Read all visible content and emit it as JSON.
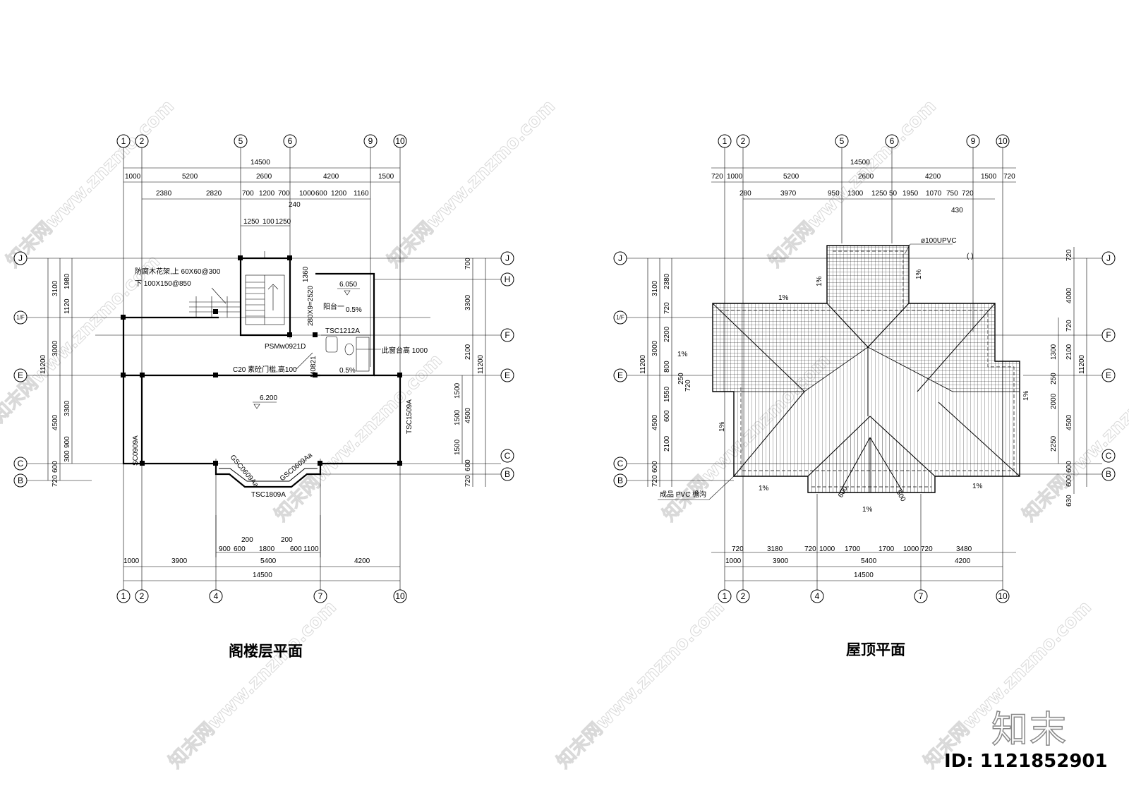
{
  "plans": {
    "left_title": "阁楼层平面",
    "right_title": "屋顶平面"
  },
  "left_plan": {
    "axes_top": [
      "1",
      "2",
      "5",
      "6",
      "9",
      "10"
    ],
    "axes_bottom": [
      "1",
      "2",
      "4",
      "7",
      "10"
    ],
    "axes_left": [
      "J",
      "1/F",
      "E",
      "C",
      "B"
    ],
    "axes_right": [
      "J",
      "H",
      "F",
      "E",
      "C",
      "B"
    ],
    "dims_top_total": "14500",
    "dims_top_row1": [
      "1000",
      "5200",
      "2600",
      "4200",
      "1500"
    ],
    "dims_top_row2": [
      "2380",
      "2820",
      "700",
      "1200",
      "700",
      "1000",
      "600",
      "1200",
      "1160"
    ],
    "dim_240": "240",
    "dims_stair": [
      "1250",
      "100",
      "1250"
    ],
    "dims_bottom_total": "14500",
    "dims_bottom_row1": [
      "1000",
      "3900",
      "5400",
      "4200"
    ],
    "dims_bottom_row2": [
      "900",
      "600",
      "1800",
      "600",
      "1100"
    ],
    "dims_bottom_200a": "200",
    "dims_bottom_200b": "200",
    "dims_left_total": "11200",
    "dims_left_row1": [
      "3100",
      "3000",
      "4500",
      "720",
      "600"
    ],
    "dims_left_row2": [
      "1980",
      "1120",
      "3300",
      "900",
      "300"
    ],
    "dims_right_total": "11200",
    "dims_right_row1": [
      "700",
      "3300",
      "2100",
      "4500",
      "720",
      "600"
    ],
    "dims_right_row2": [
      "1500",
      "1500",
      "1500"
    ],
    "dim_1360": "1360",
    "annotations": {
      "pergola_1": "防腐木花架,上 60X60@300",
      "pergola_2": "下 100X150@850",
      "level_balcony": "6.050",
      "balcony": "阳台一",
      "slope_1": "0.5%",
      "slope_2": "0.5%",
      "stair_steps": "280X9=2520",
      "window_tsc1212": "TSC1212A",
      "door_psm": "PSMw0921D",
      "sill": "此窗台高 1000",
      "c20_threshold": "C20 素砼门槛,高100",
      "door_m0821": "M0821",
      "level_main": "6.200",
      "win_sc0909": "SC0909A",
      "win_tsc1509": "TSC1509A",
      "win_gsc0609_l": "GSC0609Aa",
      "win_gsc0609_r": "GSC0609Aa",
      "win_tsc1809": "TSC1809A"
    }
  },
  "right_plan": {
    "axes_top": [
      "1",
      "2",
      "5",
      "6",
      "9",
      "10"
    ],
    "axes_bottom": [
      "1",
      "2",
      "4",
      "7",
      "10"
    ],
    "axes_left": [
      "J",
      "1/F",
      "E",
      "C",
      "B"
    ],
    "axes_right": [
      "J",
      "F",
      "E",
      "C",
      "B"
    ],
    "dims_top_total": "14500",
    "dims_top_row1": [
      "720",
      "1000",
      "5200",
      "2600",
      "4200",
      "1500",
      "720"
    ],
    "dims_top_row2": [
      "280",
      "3970",
      "950",
      "1300",
      "1250",
      "50",
      "1950",
      "1070",
      "750",
      "720"
    ],
    "dim_430": "430",
    "dims_bottom_total": "14500",
    "dims_bottom_row1": [
      "1000",
      "3900",
      "5400",
      "4200"
    ],
    "dims_bottom_row2": [
      "720",
      "3180",
      "720",
      "1000",
      "1700",
      "1700",
      "1000",
      "720",
      "3480"
    ],
    "dims_left_total": "11200",
    "dims_left_row1": [
      "3100",
      "3000",
      "4500",
      "720",
      "600"
    ],
    "dims_left_row2": [
      "2380",
      "720",
      "2200",
      "800",
      "1550",
      "600",
      "2100"
    ],
    "dims_left_small": [
      "250",
      "720"
    ],
    "dims_right_total": "11200",
    "dims_right_row1": [
      "720",
      "4000",
      "720",
      "2100",
      "4500",
      "600",
      "600",
      "630"
    ],
    "dims_right_row2": [
      "1300",
      "250",
      "2000",
      "2250"
    ],
    "annotations": {
      "pvc_pipe": "ø100UPVC",
      "gutter": "成品 PVC 檐沟",
      "slope": "1%",
      "dim_600": "600",
      "dim_500": "500"
    }
  },
  "watermark": {
    "text": "知末网www.znzmo.com"
  },
  "brand": {
    "logo": "知末",
    "id_label": "ID: 1121852901"
  }
}
